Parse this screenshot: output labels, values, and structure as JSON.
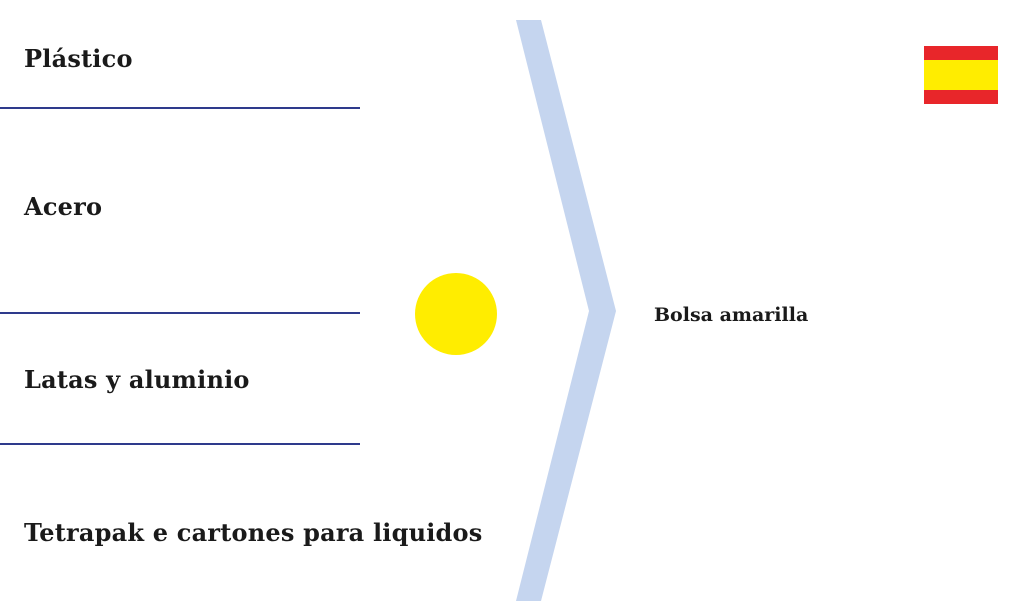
{
  "materials": [
    {
      "label": "Plástico"
    },
    {
      "label": "Acero"
    },
    {
      "label": "Latas y aluminio"
    },
    {
      "label": "Tetrapak e cartones para liquidos"
    }
  ],
  "destination": {
    "label": "Bolsa amarilla"
  },
  "colors": {
    "separator": "#2e3a8c",
    "chevron": "#c5d5ef",
    "bin_dot": "#ffed00",
    "flag_red": "#e8262a",
    "flag_yellow": "#ffed00"
  },
  "icons": {
    "bin_color": "yellow-circle-icon",
    "language": "spain-flag-icon"
  }
}
